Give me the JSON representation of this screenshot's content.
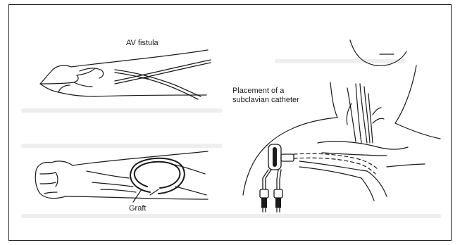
{
  "labels": {
    "av_fistula": "AV fistula",
    "placement_line1": "Placement of a",
    "placement_line2": "subclavian catheter",
    "graft": "Graft"
  },
  "colors": {
    "ink": "#1a1a1a",
    "background": "#ffffff",
    "border": "#222222"
  }
}
